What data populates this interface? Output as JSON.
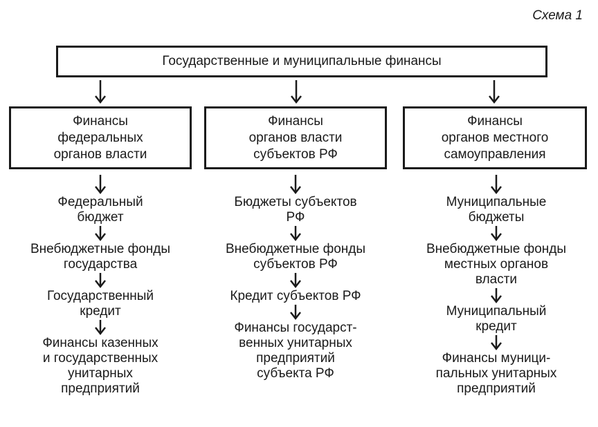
{
  "scheme_label": "Схема 1",
  "top": "Государственные и муниципальные финансы",
  "branches": [
    {
      "title": "Финансы\nфедеральных\nорганов власти",
      "items": [
        "Федеральный\nбюджет",
        "Внебюджетные фонды\nгосударства",
        "Государственный\nкредит",
        "Финансы казенных\nи государственных\nунитарных\nпредприятий"
      ]
    },
    {
      "title": "Финансы\nорганов власти\nсубъектов РФ",
      "items": [
        "Бюджеты субъектов\nРФ",
        "Внебюджетные фонды\nсубъектов РФ",
        "Кредит субъектов РФ",
        "Финансы государст-\nвенных унитарных\nпредприятий\nсубъекта РФ"
      ]
    },
    {
      "title": "Финансы\nорганов местного\nсамоуправления",
      "items": [
        "Муниципальные\nбюджеты",
        "Внебюджетные фонды\nместных органов\nвласти",
        "Муниципальный\nкредит",
        "Финансы муници-\nпальных унитарных\nпредприятий"
      ]
    }
  ]
}
